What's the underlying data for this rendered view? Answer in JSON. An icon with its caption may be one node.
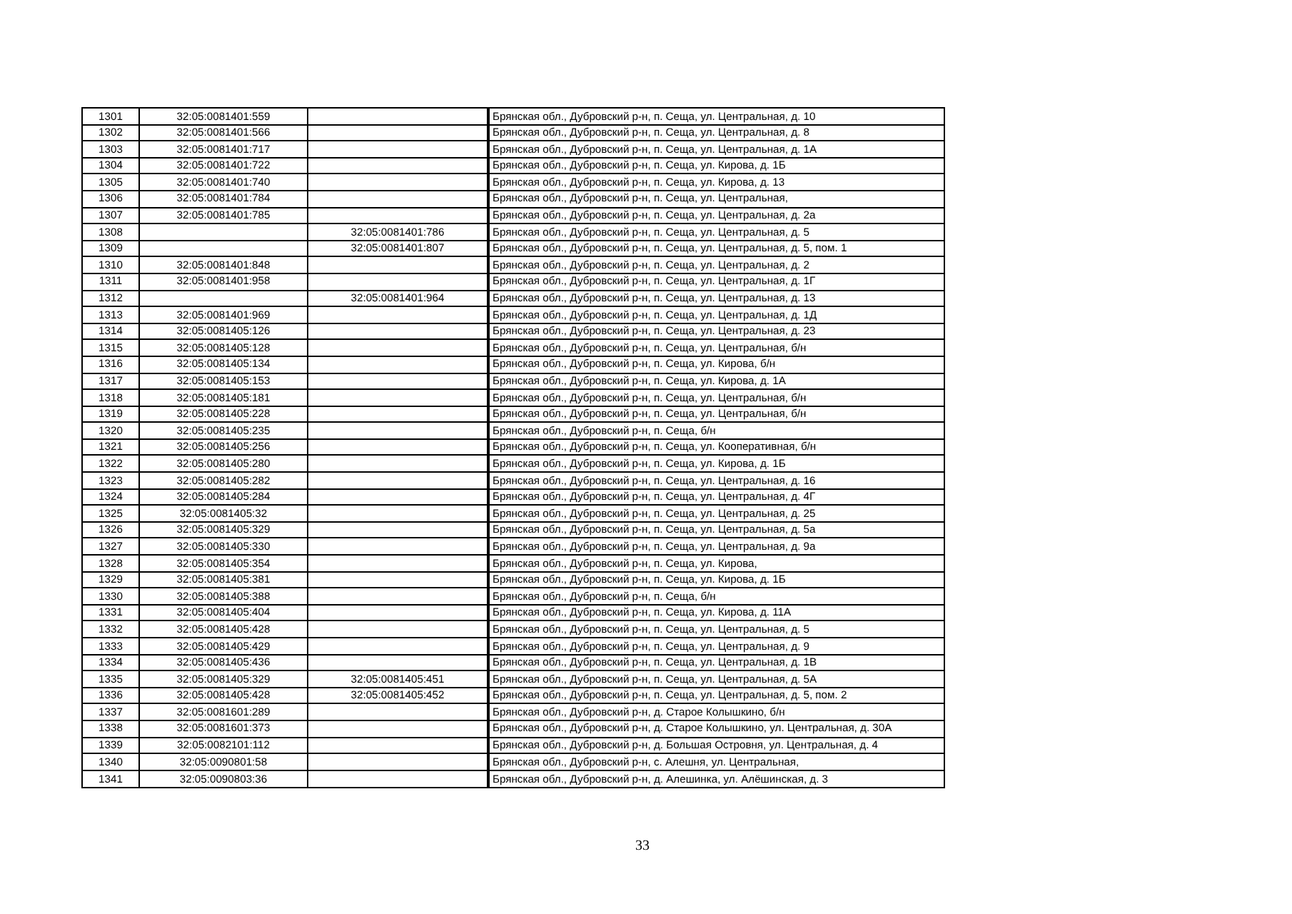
{
  "diagram": {
    "labels": [
      "1301",
      "32:05:0081401:559",
      "Брянская обл., Дубровский р-н, п. Сеща, ул. Центральная, д. 10",
      "1302",
      "32:05:0081401:566",
      "Брянская обл., Дубровский р-н, п. Сеща, ул. Центральная, д. 8",
      "1303",
      "32:05:0081401:717",
      "Брянская обл., Дубровский р-н, п. Сеща, ул. Центральная, д. 1А",
      "1304",
      "32:05:0081401:722",
      "Брянская обл., Дубровский р-н, п. Сеща, ул. Кирова, д. 1Б",
      "1305",
      "32:05:0081401:740",
      "Брянская обл., Дубровский р-н, п. Сеща, ул. Кирова, д. 13",
      "1306",
      "32:05:0081401:784",
      "Брянская обл., Дубровский р-н, п. Сеща, ул. Центральная,",
      "1307",
      "32:05:0081401:785",
      "Брянская обл., Дубровский р-н, п. Сеща, ул. Центральная, д. 2а",
      "1308",
      "32:05:0081401:786",
      "Брянская обл., Дубровский р-н, п. Сеща, ул. Центральная, д. 5",
      "1309",
      "32:05:0081401:807",
      "Брянская обл., Дубровский р-н, п. Сеща, ул. Центральная, д. 5, пом. 1",
      "1310",
      "32:05:0081401:848",
      "Брянская обл., Дубровский р-н, п. Сеща, ул. Центральная, д. 2",
      "1311",
      "32:05:0081401:958",
      "Брянская обл., Дубровский р-н, п. Сеща, ул. Центральная, д. 1Г",
      "1312",
      "32:05:0081401:964",
      "Брянская обл., Дубровский р-н, п. Сеща, ул. Центральная, д. 13",
      "1313",
      "32:05:0081401:969",
      "Брянская обл., Дубровский р-н, п. Сеща, ул. Центральная, д. 1Д",
      "1314",
      "32:05:0081405:126",
      "Брянская обл., Дубровский р-н, п. Сеща, ул. Центральная, д. 23",
      "1315",
      "32:05:0081405:128",
      "Брянская обл., Дубровский р-н, п. Сеща, ул. Центральная, б/н",
      "1316",
      "32:05:0081405:134",
      "Брянская обл., Дубровский р-н, п. Сеща, ул. Кирова, б/н",
      "1317",
      "32:05:0081405:153",
      "Брянская обл., Дубровский р-н, п. Сеща, ул. Кирова, д. 1А",
      "1318",
      "32:05:0081405:181",
      "Брянская обл., Дубровский р-н, п. Сеща, ул. Центральная, б/н",
      "1319",
      "32:05:0081405:228",
      "Брянская обл., Дубровский р-н, п. Сеща, ул. Центральная, б/н",
      "1320",
      "32:05:0081405:235",
      "Брянская обл., Дубровский р-н, п. Сеща, б/н",
      "1321",
      "32:05:0081405:256",
      "Брянская обл., Дубровский р-н, п. Сеща, ул. Кооперативная, б/н",
      "1322",
      "32:05:0081405:280",
      "Брянская обл., Дубровский р-н, п. Сеща, ул. Кирова, д. 1Б",
      "1323",
      "32:05:0081405:282",
      "Брянская обл., Дубровский р-н, п. Сеща, ул. Центральная, д. 16",
      "1324",
      "32:05:0081405:284",
      "Брянская обл., Дубровский р-н, п. Сеща, ул. Центральная, д. 4Г",
      "1325",
      "32:05:0081405:32",
      "Брянская обл., Дубровский р-н, п. Сеща, ул. Центральная, д. 25",
      "1326",
      "32:05:0081405:329",
      "Брянская обл., Дубровский р-н, п. Сеща, ул. Центральная, д. 5а",
      "1327",
      "32:05:0081405:330",
      "Брянская обл., Дубровский р-н, п. Сеща, ул. Центральная, д. 9а",
      "1328",
      "32:05:0081405:354",
      "Брянская обл., Дубровский р-н, п. Сеща, ул. Кирова,",
      "1329",
      "32:05:0081405:381",
      "Брянская обл., Дубровский р-н, п. Сеща, ул. Кирова, д. 1Б",
      "1330",
      "32:05:0081405:388",
      "Брянская обл., Дубровский р-н, п. Сеща, б/н",
      "1331",
      "32:05:0081405:404",
      "Брянская обл., Дубровский р-н, п. Сеща, ул. Кирова, д. 11А",
      "1332",
      "32:05:0081405:428",
      "Брянская обл., Дубровский р-н, п. Сеща, ул. Центральная, д. 5",
      "1333",
      "32:05:0081405:429",
      "Брянская обл., Дубровский р-н, п. Сеща, ул. Центральная, д. 9",
      "1334",
      "32:05:0081405:436",
      "Брянская обл., Дубровский р-н, п. Сеща, ул. Центральная, д. 1В",
      "1335",
      "32:05:0081405:329",
      "32:05:0081405:451",
      "Брянская обл., Дубровский р-н, п. Сеща, ул. Центральная, д. 5А",
      "1336",
      "32:05:0081405:428",
      "32:05:0081405:452",
      "Брянская обл., Дубровский р-н, п. Сеща, ул. Центральная, д. 5, пом. 2",
      "1337",
      "32:05:0081601:289",
      "Брянская обл., Дубровский р-н, д. Старое Колышкино, б/н",
      "1338",
      "32:05:0081601:373",
      "Брянская обл., Дубровский р-н, д. Старое Колышкино, ул. Центральная, д. 30А",
      "1339",
      "32:05:0082101:112",
      "Брянская обл., Дубровский р-н, д. Большая Островня, ул. Центральная, д. 4",
      "1340",
      "32:05:0090801:58",
      "Брянская обл., Дубровский р-н, с. Алешня, ул. Центральная,",
      "1341",
      "32:05:0090803:36",
      "Брянская обл., Дубровский р-н, д. Алешинка, ул. Алёшинская, д. 3",
      "33"
    ]
  }
}
